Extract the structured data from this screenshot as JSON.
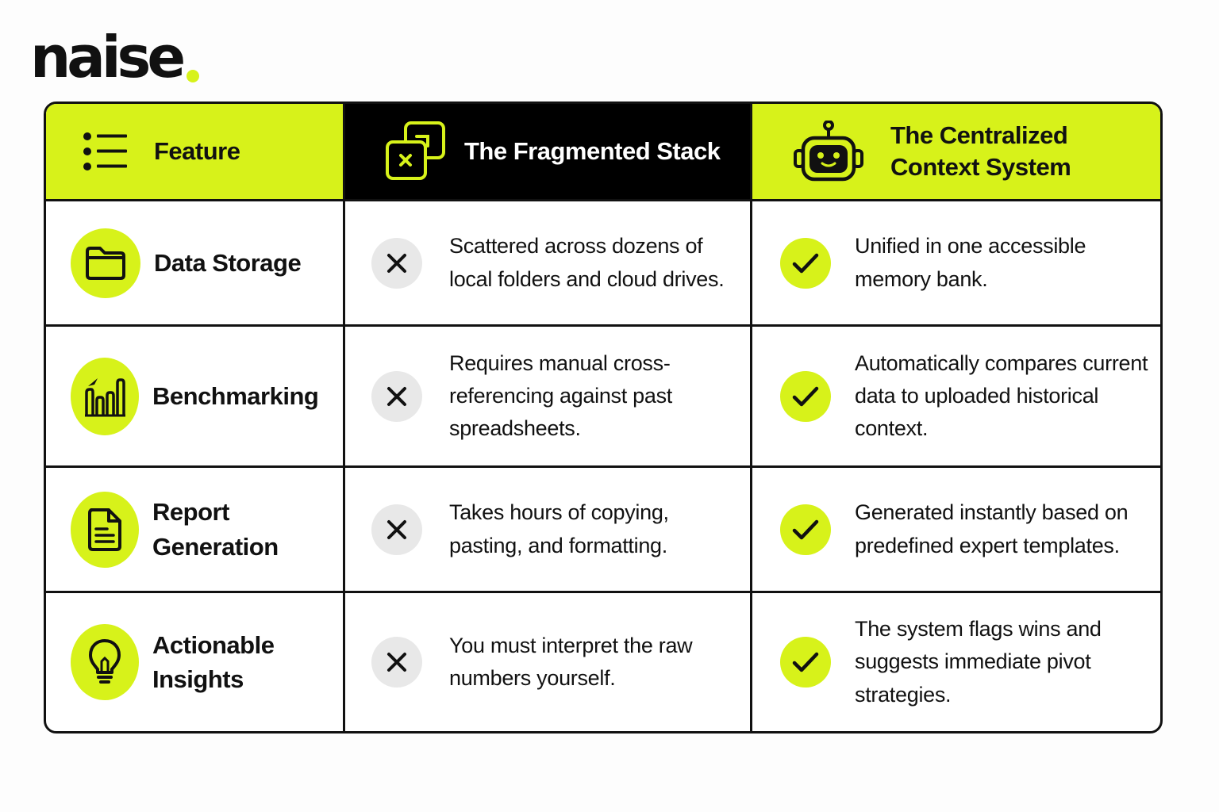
{
  "brand": {
    "wordmark": "naise",
    "accent_color": "#d7f21a"
  },
  "table": {
    "headers": [
      {
        "label": "Feature",
        "icon": "list-icon"
      },
      {
        "label": "The Fragmented Stack",
        "icon": "fragmented-windows-icon"
      },
      {
        "label": "The Centralized Context System",
        "icon": "robot-icon"
      }
    ],
    "rows": [
      {
        "feature": "Data Storage",
        "feature_icon": "folder-icon",
        "fragmented": "Scattered across dozens of local folders and cloud drives.",
        "fragmented_icon": "x-icon",
        "centralized": "Unified in one accessible memory bank.",
        "centralized_icon": "check-icon"
      },
      {
        "feature": "Benchmarking",
        "feature_icon": "bar-chart-icon",
        "fragmented": "Requires manual cross-referencing against past spreadsheets.",
        "fragmented_icon": "x-icon",
        "centralized": "Automatically compares current data to uploaded historical context.",
        "centralized_icon": "check-icon"
      },
      {
        "feature": "Report Generation",
        "feature_icon": "document-icon",
        "fragmented": "Takes hours of copying, pasting, and formatting.",
        "fragmented_icon": "x-icon",
        "centralized": "Generated instantly based on predefined expert templates.",
        "centralized_icon": "check-icon"
      },
      {
        "feature": "Actionable Insights",
        "feature_icon": "lightbulb-icon",
        "fragmented": "You must interpret the raw numbers yourself.",
        "fragmented_icon": "x-icon",
        "centralized": "The system flags wins and suggests immediate pivot strategies.",
        "centralized_icon": "check-icon"
      }
    ]
  }
}
